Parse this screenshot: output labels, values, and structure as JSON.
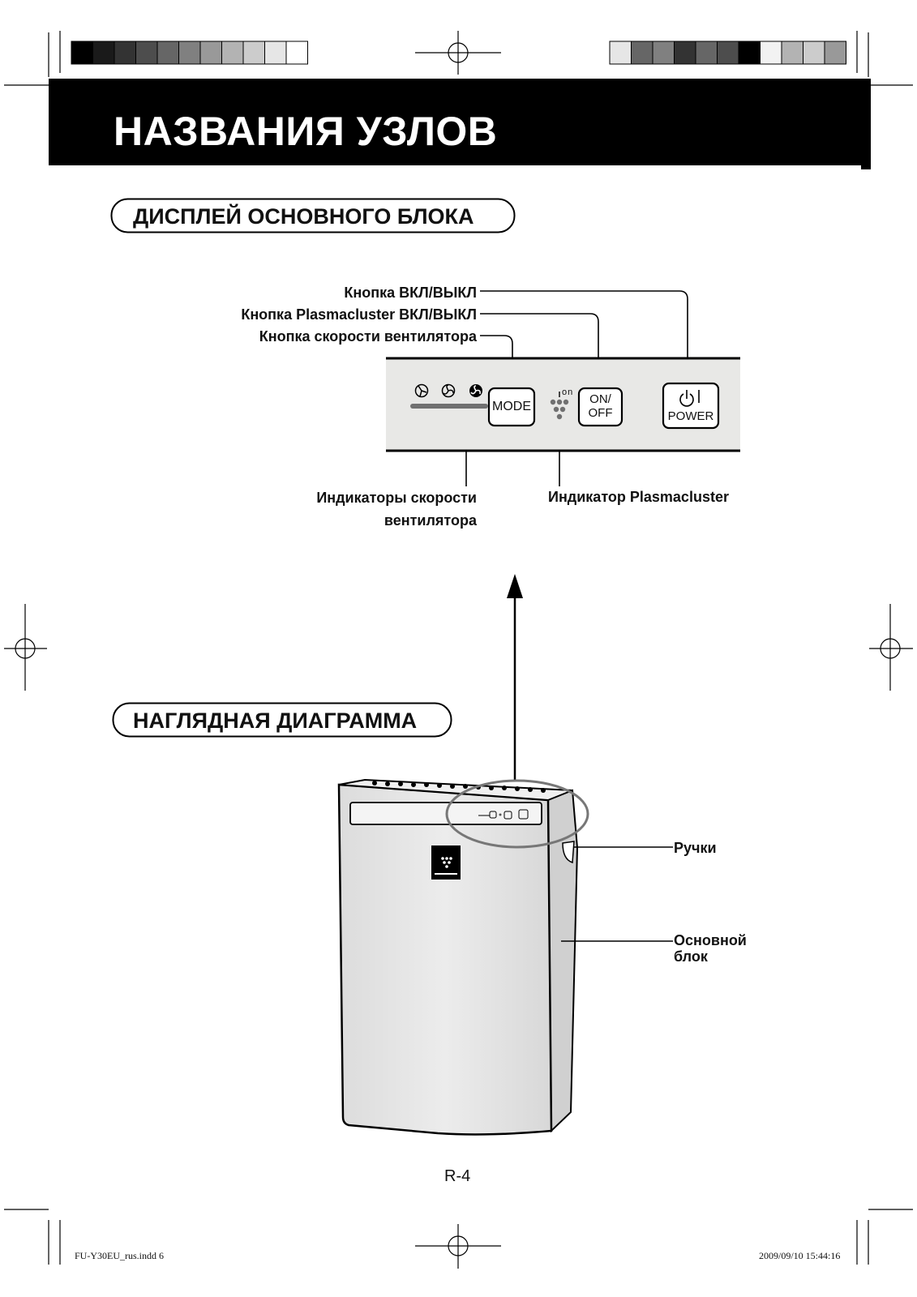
{
  "page_title": "НАЗВАНИЯ УЗЛОВ",
  "section_display": "ДИСПЛЕЙ ОСНОВНОГО БЛОКА",
  "section_diagram": "НАГЛЯДНАЯ ДИАГРАММА",
  "display_callouts": {
    "power_button": "Кнопка ВКЛ/ВЫКЛ",
    "plasmacluster_button": "Кнопка Plasmacluster ВКЛ/ВЫКЛ",
    "fan_speed_button": "Кнопка скорости вентилятора",
    "fan_speed_indicators_line1": "Индикаторы скорости",
    "fan_speed_indicators_line2": "вентилятора",
    "plasmacluster_indicator": "Индикатор Plasmacluster"
  },
  "panel_buttons": {
    "mode": "MODE",
    "onoff_line1": "ON/",
    "onoff_line2": "OFF",
    "power": "POWER",
    "ion_label": "on"
  },
  "unit_callouts": {
    "handles": "Ручки",
    "main_unit_line1": "Основной",
    "main_unit_line2": "блок"
  },
  "page_number": "R-4",
  "footer": {
    "file_name": "FU-Y30EU_rus.indd   6",
    "timestamp": "2009/09/10   15:44:16"
  },
  "colors": {
    "title_bar": "#000000",
    "panel_fill": "#e8e8e6",
    "unit_fill": "#e4e4e4"
  },
  "color_bar_left": [
    "#000000",
    "#1a1a1a",
    "#333333",
    "#4d4d4d",
    "#666666",
    "#808080",
    "#999999",
    "#b3b3b3",
    "#cccccc",
    "#e6e6e6",
    "#ffffff"
  ],
  "color_bar_right": [
    "#e6e6e6",
    "#666666",
    "#808080",
    "#333333",
    "#666666",
    "#4d4d4d",
    "#000000",
    "#f2f2f2",
    "#b3b3b3",
    "#cccccc",
    "#999999"
  ]
}
